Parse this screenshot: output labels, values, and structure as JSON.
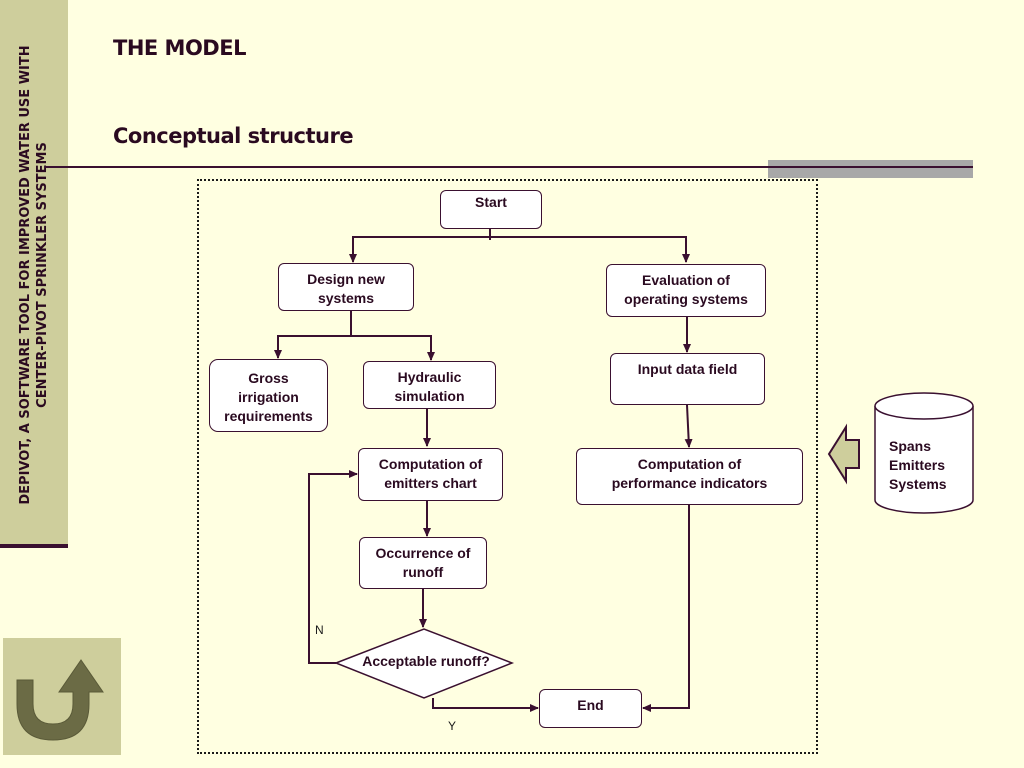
{
  "sidebar": {
    "line1": "DEPIVOT, A SOFTWARE TOOL FOR IMPROVED WATER USE WITH",
    "line2": "CENTER-PIVOT SPRINKLER SYSTEMS"
  },
  "header": {
    "title": "THE MODEL",
    "subtitle": "Conceptual structure"
  },
  "back_button": {
    "icon": "u-turn-arrow-icon",
    "color": "#6B6B45"
  },
  "flowchart": {
    "start": "Start",
    "design_new_systems": [
      "Design new",
      "systems"
    ],
    "evaluation_operating_systems": [
      "Evaluation of",
      "operating systems"
    ],
    "gross_irrigation_requirements": [
      "Gross",
      "irrigation",
      "requirements"
    ],
    "hydraulic_simulation": [
      "Hydraulic",
      "simulation"
    ],
    "input_data_field": "Input data field",
    "computation_emitters_chart": [
      "Computation of",
      "emitters chart"
    ],
    "computation_performance_indicators": [
      "Computation of",
      "performance indicators"
    ],
    "occurrence_of_runoff": [
      "Occurrence of",
      "runoff"
    ],
    "acceptable_runoff": "Acceptable runoff?",
    "end": "End",
    "label_no": "N",
    "label_yes": "Y"
  },
  "database": {
    "lines": [
      "Spans",
      "Emitters",
      "Systems"
    ]
  },
  "colors": {
    "background": "#FFFFE1",
    "sidebar": "#CECE9C",
    "ink": "#3A1030",
    "arrow_fill": "#CECE9C"
  }
}
